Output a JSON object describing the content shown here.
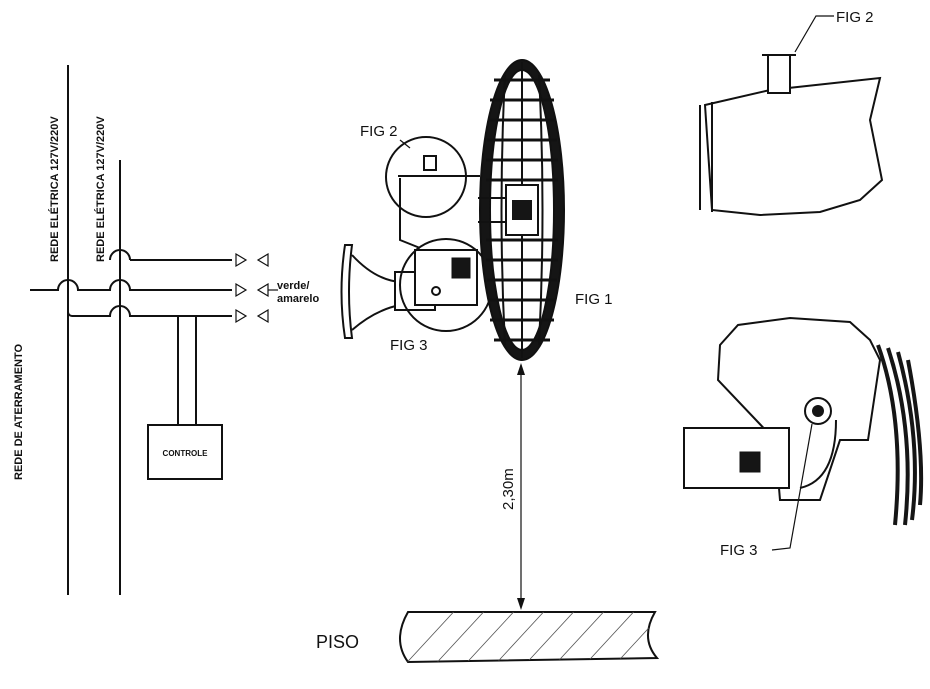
{
  "diagram": {
    "labels": {
      "fig1": "FIG 1",
      "fig2_main": "FIG 2",
      "fig3_main": "FIG 3",
      "fig2_detail": "FIG 2",
      "fig3_detail": "FIG 3",
      "rede_aterramento": "REDE DE ATERRAMENTO",
      "rede_eletrica_1": "REDE ELÉTRICA 127V/220V",
      "rede_eletrica_2": "REDE ELÉTRICA 127V/220V",
      "controle": "CONTROLE",
      "verde": "verde/",
      "amarelo": "amarelo",
      "height": "2,30m",
      "piso": "PISO"
    },
    "colors": {
      "ink": "#111111",
      "background": "#ffffff",
      "hatch": "#555555"
    }
  }
}
